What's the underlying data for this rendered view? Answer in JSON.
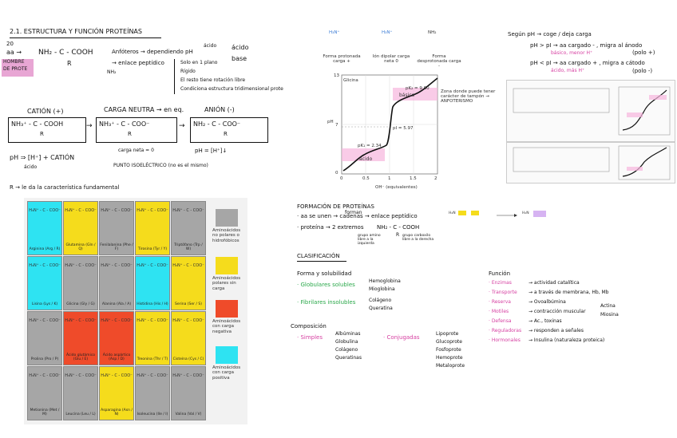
{
  "section": {
    "title": "2.1. ESTRUCTURA Y FUNCIÓN PROTEÍNAS",
    "num_20": "20",
    "num_aa": "aa →",
    "num_hombre": "HOMBRE",
    "num_deprote": "DE PROTE",
    "formula": "NH₂ - C - COOH",
    "formula_r": "R",
    "formula_nh2": "NH₂",
    "amf": "Anfóteros → dependiendo pH",
    "amf_acido_label": "ácido",
    "amf_acido": "ácido",
    "amf_base": "base",
    "enlace": "→ enlace peptídico",
    "props": [
      "Solo en 1 plano",
      "Rígido",
      "El resto tiene rotación libre",
      "Condiciona estructura tridimensional prote"
    ],
    "cation": "CATIÓN (+)",
    "neutra": "CARGA NEUTRA → en eq.",
    "anion": "ANIÓN (-)",
    "f_cat": "NH₃⁺ - C - COOH",
    "f_neu": "NH₃⁺ - C - COO⁻",
    "f_ani": "NH₂ - C - COO⁻",
    "f_r": "R",
    "carga0": "carga neta = 0",
    "pi": "PUNTO ISOELÉCTRICO (no es el mismo)",
    "ph_a": "pH ⇒ [H⁺] + CATIÓN",
    "ph_b": "pH = [H⁺]↓",
    "acido_small": "ácido",
    "r_note": "R → le da la característica fundamental"
  },
  "titration": {
    "forms": [
      "Forma protonada carga +",
      "Ión dipolar carga neta 0",
      "Forma desprotonada carga -"
    ],
    "glycine": "Glicina",
    "pk1": "pK₁ = 2.34",
    "pk2": "pK₂ = 9.60",
    "pi": "pI = 5.97",
    "acido": "ácido",
    "basico": "básico",
    "note": "Zona donde puede tener carácter de tampón → ANFOTERISMO",
    "ylabel": "pH",
    "xlabel": "OH⁻ (equivalentes)",
    "yticks": [
      "13",
      "7",
      "0"
    ],
    "xticks": [
      "0",
      "0.5",
      "1",
      "1.5",
      "2"
    ]
  },
  "right_top": {
    "title": "Según pH → coge / deja carga",
    "l1": "pH > pI → aa cargado - , migra al ánodo",
    "l1b": "(polo +)",
    "l1c": "básico, menor H⁺",
    "l2": "pH < pI → aa cargado + , migra a cátodo",
    "l2b": "(polo -)",
    "l2c": "ácido, más H⁺"
  },
  "aa_grid": {
    "names": [
      [
        "Arginina (Arg / R)",
        "Glutamina (Gln / Q)",
        "Fenilalanina (Phe / F)",
        "Tirosina (Tyr / Y)",
        "Triptófano (Trp / W)"
      ],
      [
        "Lisina (Lys / K)",
        "Glicina (Gly / G)",
        "Alanina (Ala / A)",
        "Histidina (His / H)",
        "Serina (Ser / S)"
      ],
      [
        "Prolina (Pro / P)",
        "Ácido glutámico (Glu / E)",
        "Ácido aspártico (Asp / D)",
        "Treonina (Thr / T)",
        "Cisteína (Cys / C)"
      ],
      [
        "Metionina (Met / M)",
        "Leucina (Leu / L)",
        "Asparagina (Asn / N)",
        "Isoleucina (Ile / I)",
        "Valina (Val / V)"
      ]
    ],
    "frame": "H₃N⁺ - C - COO⁻",
    "legend": [
      "Aminoácidos no polares o hidrofóbicos",
      "Aminoácidos polares sin carga",
      "Aminoácidos con carga negativa",
      "Aminoácidos con carga positiva"
    ],
    "colors": {
      "grey": "#a6a6a6",
      "yellow": "#f5dc1c",
      "red": "#ef4b2a",
      "cyan": "#2ee3f2"
    }
  },
  "formation": {
    "title": "FORMACIÓN DE PROTEÍNAS",
    "l1": "· aa se unen → cadenas → enlace peptídico",
    "l1_forman": "forman",
    "l2": "· proteína → 2 extremos",
    "ext_a": "NH₂ - C - COOH",
    "ext_r": "R",
    "small_a": "grupo amino libre a la izquierda",
    "small_b": "grupo carboxilo libre a la derecha"
  },
  "classification": {
    "title": "CLASIFICACIÓN",
    "forma_title": "Forma y solubilidad",
    "glob": "· Globulares solubles",
    "glob_items": [
      "Hemoglobina",
      "Mioglobina"
    ],
    "fib": "· Fibrilares insolubles",
    "fib_items": [
      "Colágeno",
      "Queratina"
    ],
    "comp_title": "Composición",
    "simples": "· Simples",
    "simples_items": [
      "Albúminas",
      "Globulina",
      "Colágeno",
      "Queratinas"
    ],
    "conj": "· Conjugadas",
    "conj_items": [
      "Lipoprote",
      "Glucoprote",
      "Fosfoprote",
      "Hemoprote",
      "Metaloprote"
    ],
    "func_title": "Función",
    "func": [
      {
        "k": "· Enzimas",
        "v": "→ actividad catalítica"
      },
      {
        "k": "· Transporte",
        "v": "→ a través de membrana, Hb, Mb"
      },
      {
        "k": "· Reserva",
        "v": "→ Ovoalbúmina"
      },
      {
        "k": "· Motiles",
        "v": "→ contracción muscular"
      },
      {
        "k": "· Defensa",
        "v": "→ Ac., toxinas"
      },
      {
        "k": "· Reguladoras",
        "v": "→ responden a señales"
      },
      {
        "k": "· Hormonales",
        "v": "→ Insulina (naturaleza proteica)"
      }
    ],
    "motil_items": [
      "Actina",
      "Miosina"
    ]
  }
}
